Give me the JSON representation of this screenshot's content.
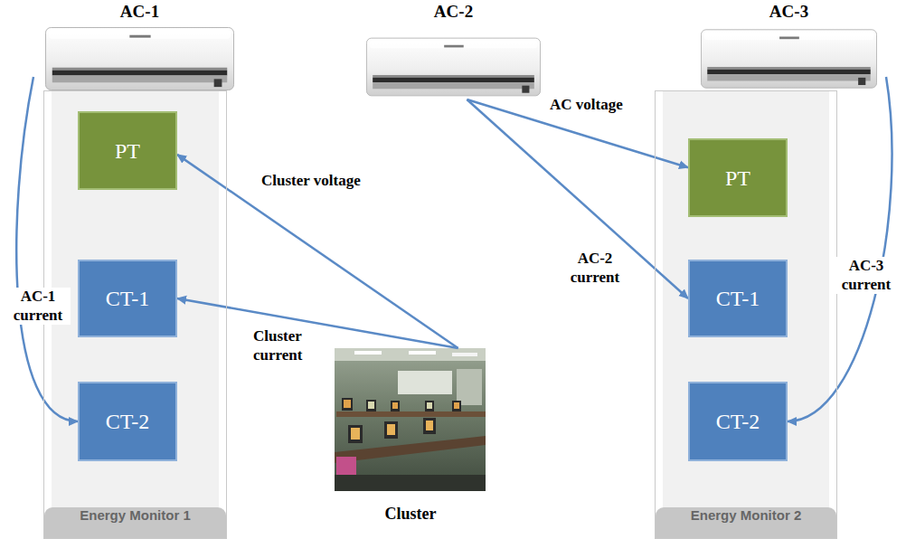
{
  "diagram": {
    "nodes": [
      {
        "text": [
          "AC-1"
        ]
      },
      {
        "text": [
          "AC-2"
        ]
      },
      {
        "text": [
          "AC-3"
        ]
      },
      {
        "text": [
          "Energy Monitor 1"
        ]
      },
      {
        "text": [
          "PT"
        ],
        "in": 3
      },
      {
        "text": [
          "CT-1"
        ],
        "in": 3
      },
      {
        "text": [
          "CT-2"
        ],
        "in": 3
      },
      {
        "text": [
          "Cluster"
        ]
      },
      {
        "text": [
          "Energy Monitor 2"
        ]
      },
      {
        "text": [
          "PT"
        ],
        "in": 8
      },
      {
        "text": [
          "CT-1"
        ],
        "in": 8
      },
      {
        "text": [
          "CT-2"
        ],
        "in": 8
      }
    ],
    "edges": [
      {
        "from": 7,
        "to": 4,
        "arrow": "to",
        "label": "Cluster voltage"
      },
      {
        "from": 7,
        "to": 5,
        "arrow": "to",
        "label": "Cluster current"
      },
      {
        "from": 0,
        "to": 6,
        "arrow": "to",
        "label": "AC-1 current"
      },
      {
        "from": 1,
        "to": 9,
        "arrow": "to",
        "label": "AC voltage"
      },
      {
        "from": 1,
        "to": 10,
        "arrow": "to",
        "label": "AC-2 current"
      },
      {
        "from": 2,
        "to": 11,
        "arrow": "to",
        "label": "AC-3 current"
      }
    ]
  }
}
